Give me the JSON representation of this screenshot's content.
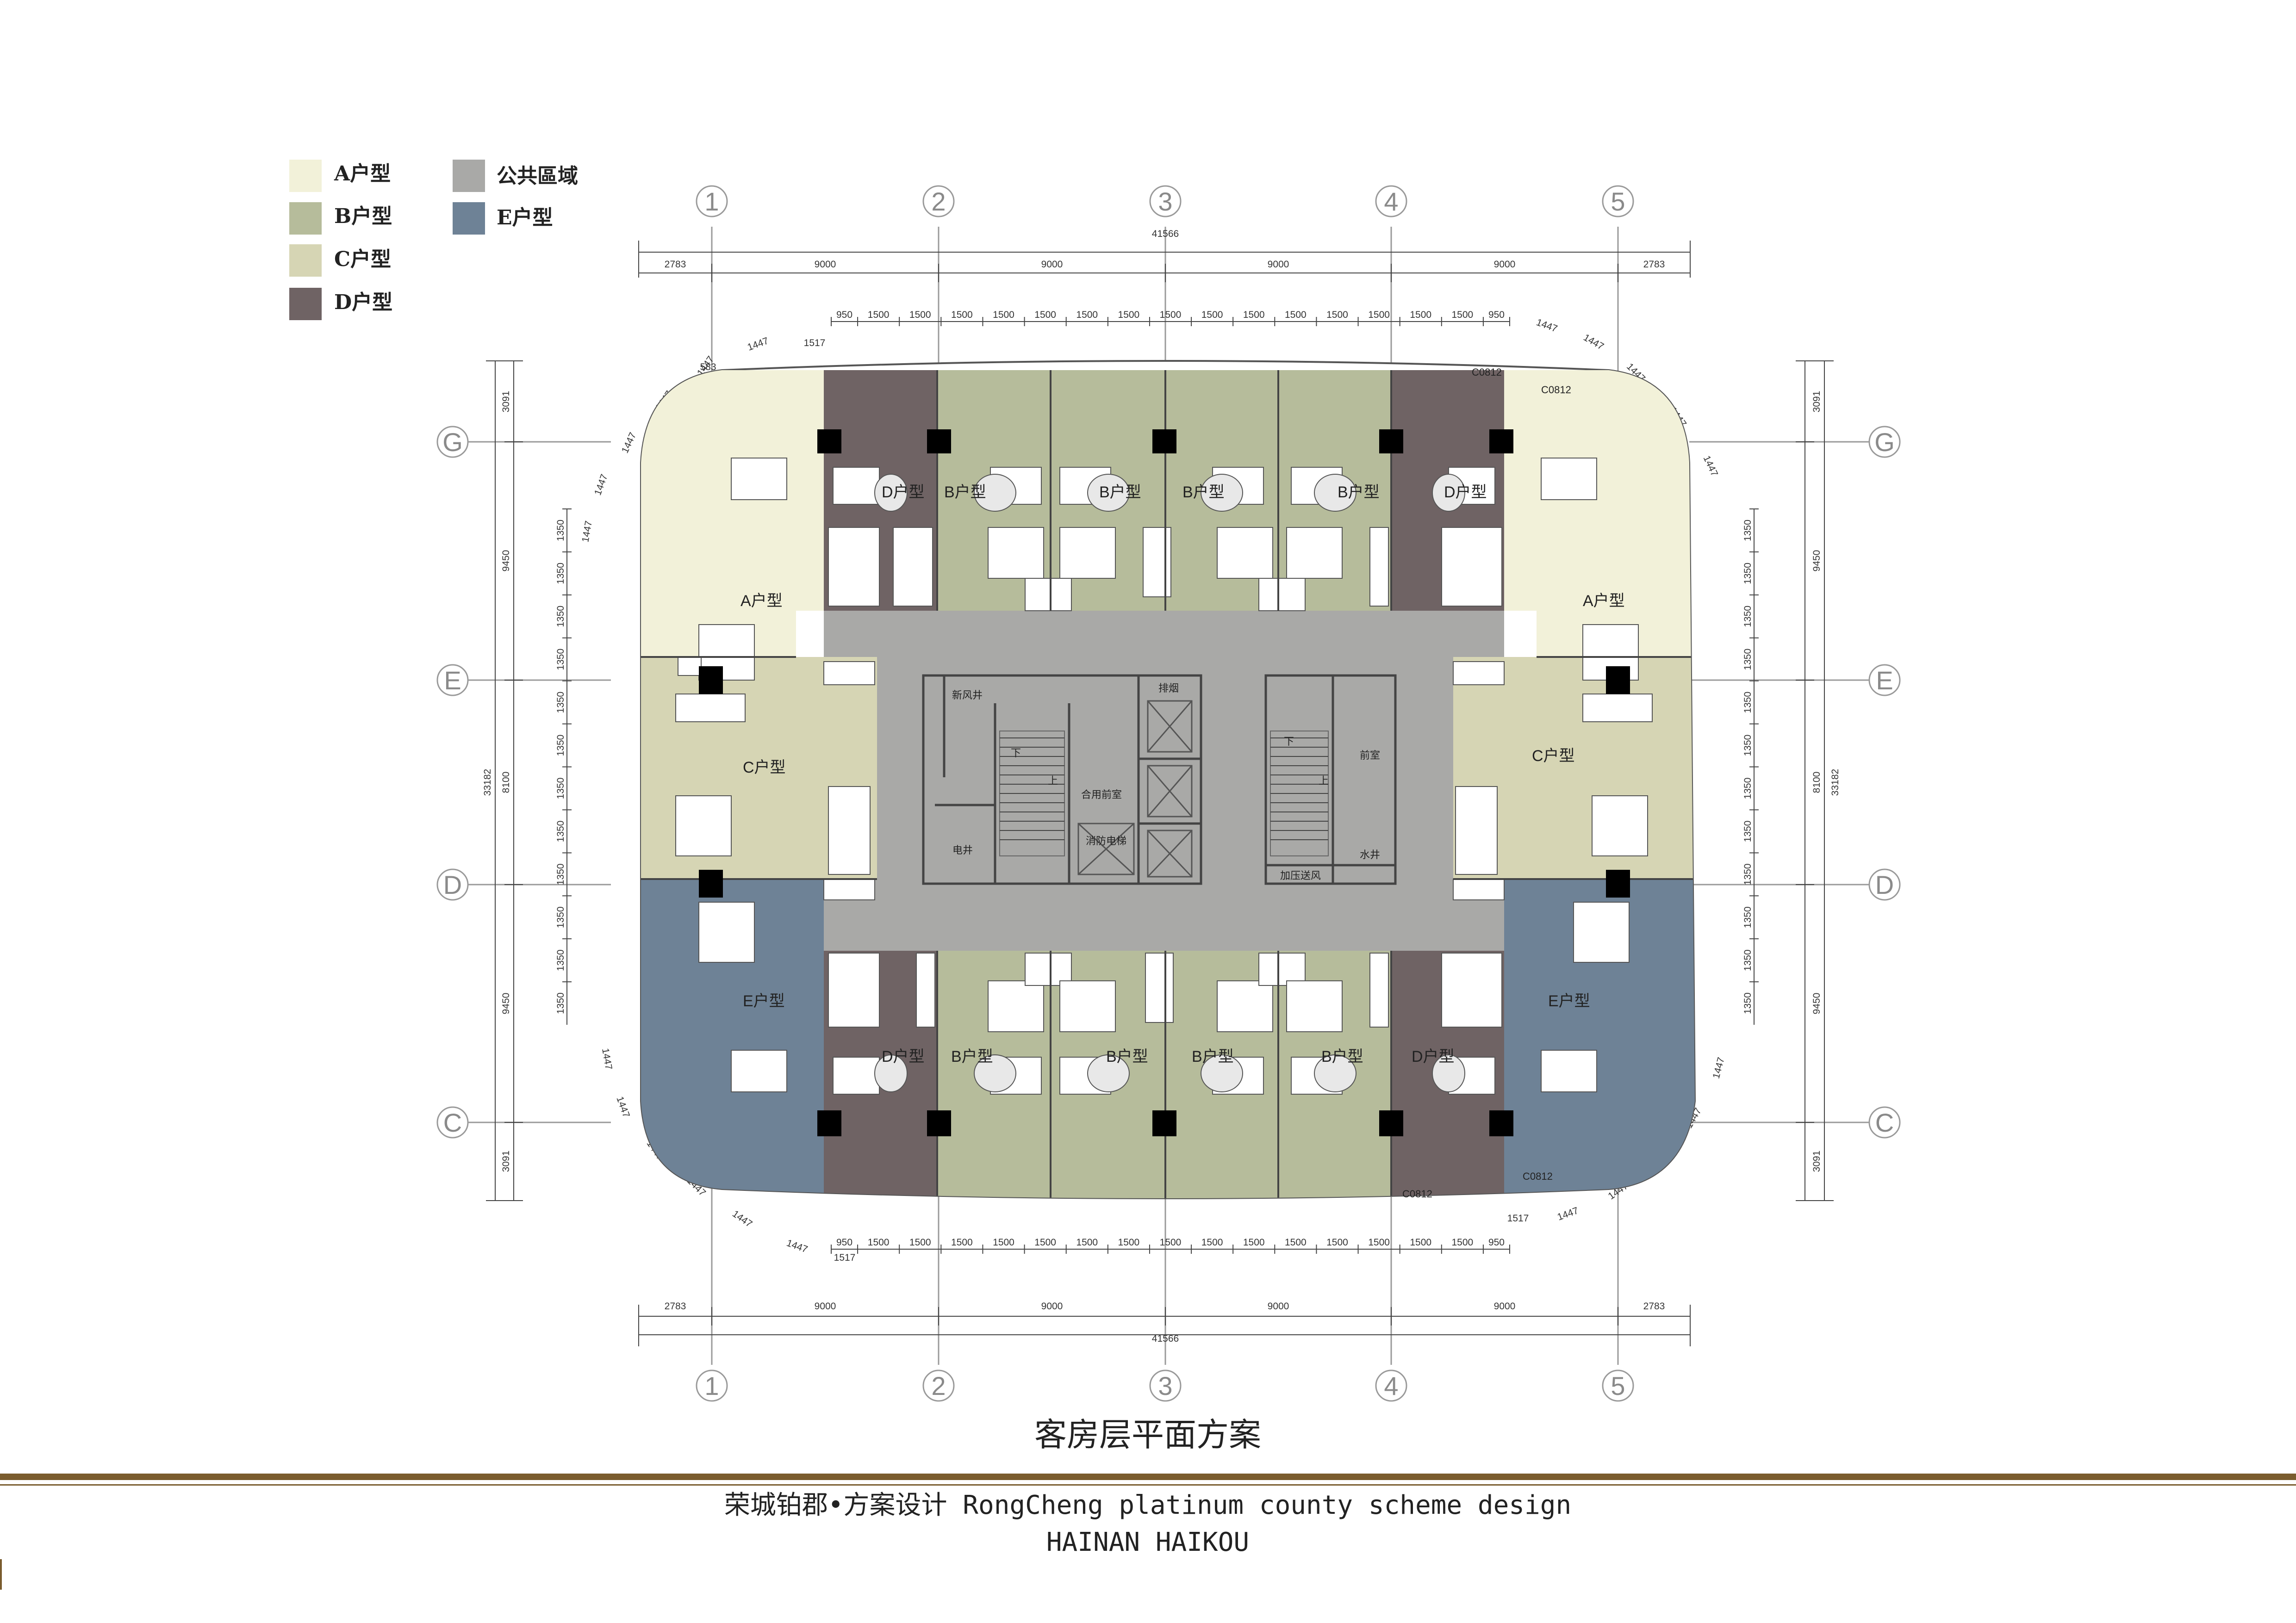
{
  "legend": [
    {
      "label": "A户型",
      "color": "#f2f1d9"
    },
    {
      "label": "B户型",
      "color": "#b6bc9b"
    },
    {
      "label": "C户型",
      "color": "#d6d5b4"
    },
    {
      "label": "D户型",
      "color": "#6f6364"
    },
    {
      "label": "公共區域",
      "color": "#a9a9a7"
    },
    {
      "label": "E户型",
      "color": "#6e8296"
    }
  ],
  "dimensions": {
    "overall": "41566",
    "bays": [
      "2783",
      "9000",
      "9000",
      "9000",
      "9000",
      "2783"
    ],
    "modules": [
      "950",
      "1500",
      "1500",
      "1500",
      "1500",
      "1500",
      "1500",
      "1500",
      "1500",
      "1500",
      "1500",
      "1500",
      "1500",
      "1500",
      "1500",
      "1500",
      "950"
    ],
    "side_overall": "33182",
    "side_bays": [
      "3091",
      "9450",
      "8100",
      "9450",
      "3091"
    ],
    "side_modules": [
      "1350",
      "1350",
      "1350",
      "1350",
      "1350",
      "1350",
      "1350",
      "1350",
      "1350",
      "1350",
      "1350",
      "1350"
    ],
    "diag_short": "1447",
    "diag_a": "583",
    "diag_b": "1517"
  },
  "grid_axes": {
    "columns": [
      "1",
      "2",
      "3",
      "4",
      "5"
    ],
    "rows": [
      "G",
      "E",
      "D",
      "C"
    ]
  },
  "units": {
    "a": "A户型",
    "b": "B户型",
    "c": "C户型",
    "d": "D户型",
    "e": "E户型"
  },
  "rooms": {
    "fresh_air": "新风井",
    "electric": "电井",
    "combined_front_room": "合用前室",
    "front_room": "前室",
    "fire_elevator": "消防电梯",
    "water_shaft": "水井",
    "pressurized": "加压送风",
    "rooftop": "排烟",
    "window": "C0812",
    "up": "上",
    "down": "下"
  },
  "plan_title": "客房层平面方案",
  "footer": {
    "project": "荣城铂郡•方案设计 RongCheng platinum county scheme design",
    "location": "HAINAN HAIKOU"
  },
  "colors": {
    "a": "#f2f1d9",
    "b": "#b6bc9b",
    "c": "#d6d5b4",
    "d": "#6f6364",
    "e": "#6e8296",
    "public": "#a9a9a7",
    "core_line": "#555555",
    "footer_rule": "#7a5c2e"
  }
}
